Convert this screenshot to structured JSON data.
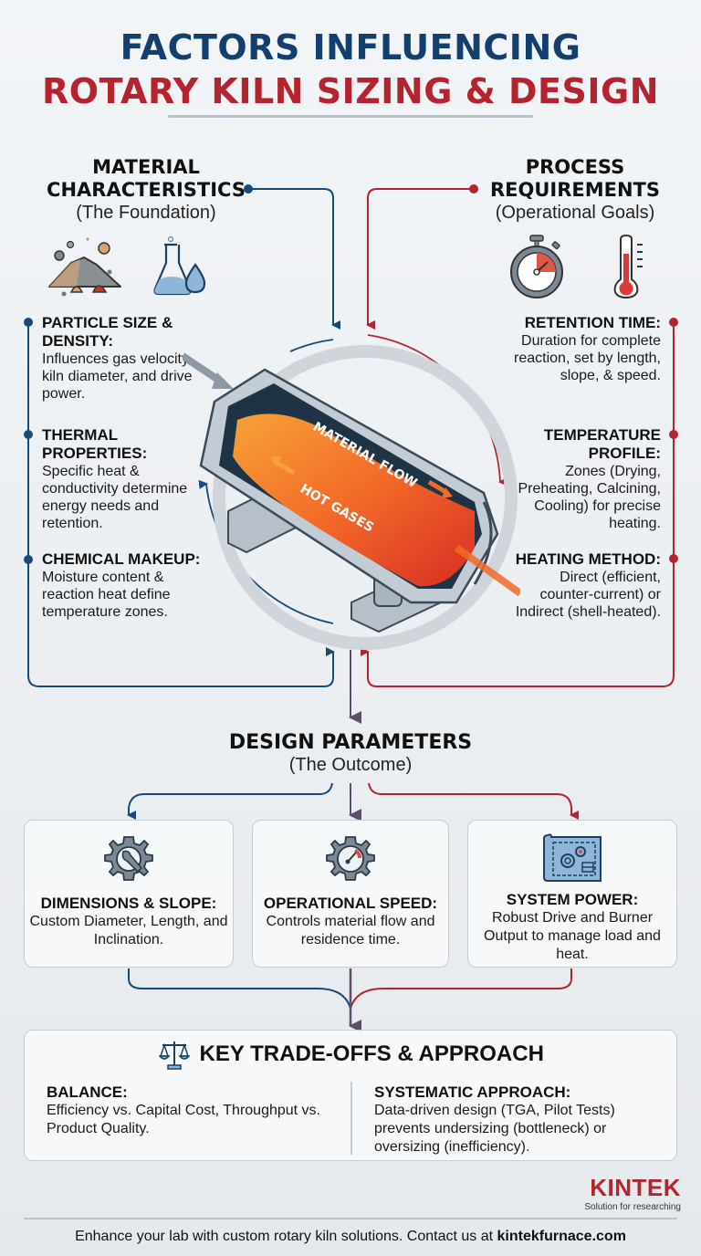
{
  "header": {
    "title_line1": "FACTORS INFLUENCING",
    "title_line2": "ROTARY KILN SIZING & DESIGN"
  },
  "material": {
    "heading_line1": "MATERIAL",
    "heading_line2": "CHARACTERISTICS",
    "subheading": "(The Foundation)",
    "icons": [
      "powder-pile-icon",
      "flask-droplet-icon"
    ],
    "items": [
      {
        "title": "PARTICLE SIZE & DENSITY:",
        "body": "Influences gas velocity, kiln diameter, and drive power."
      },
      {
        "title": "THERMAL PROPERTIES:",
        "body": "Specific heat & conductivity determine energy needs and retention."
      },
      {
        "title": "CHEMICAL MAKEUP:",
        "body": "Moisture content & reaction heat define temperature zones."
      }
    ]
  },
  "process": {
    "heading_line1": "PROCESS",
    "heading_line2": "REQUIREMENTS",
    "subheading": "(Operational Goals)",
    "icons": [
      "stopwatch-icon",
      "thermometer-icon"
    ],
    "items": [
      {
        "title": "RETENTION TIME:",
        "body": "Duration for complete reaction, set by length, slope, & speed."
      },
      {
        "title": "TEMPERATURE PROFILE:",
        "body": "Zones (Drying, Preheating, Calcining, Cooling) for precise heating."
      },
      {
        "title": "HEATING METHOD:",
        "body": "Direct (efficient, counter-current) or Indirect (shell-heated)."
      }
    ]
  },
  "kiln": {
    "label_material_flow": "MATERIAL FLOW",
    "label_hot_gases": "HOT GASES"
  },
  "design": {
    "heading": "DESIGN PARAMETERS",
    "subheading": "(The Outcome)",
    "cards": [
      {
        "icon": "gear-wrench-icon",
        "title": "DIMENSIONS & SLOPE:",
        "body": "Custom Diameter, Length, and Inclination."
      },
      {
        "icon": "gear-gauge-icon",
        "title": "OPERATIONAL SPEED:",
        "body": "Controls material flow and residence time."
      },
      {
        "icon": "blueprint-gears-icon",
        "title": "SYSTEM POWER:",
        "body": "Robust Drive and Burner Output to manage load and heat."
      }
    ]
  },
  "tradeoffs": {
    "icon": "balance-scale-icon",
    "title": "KEY TRADE-OFFS & APPROACH",
    "left": {
      "title": "BALANCE:",
      "body": "Efficiency vs. Capital Cost, Throughput vs. Product Quality."
    },
    "right": {
      "title": "SYSTEMATIC APPROACH:",
      "body": "Data-driven design (TGA, Pilot Tests) prevents undersizing (bottleneck) or oversizing (inefficiency)."
    }
  },
  "brand": {
    "logo": "KINTEK",
    "tagline": "Solution for researching"
  },
  "footer": {
    "text": "Enhance your lab with custom rotary kiln solutions. Contact us at ",
    "link": "kintekfurnace.com"
  },
  "colors": {
    "blue": "#164a7a",
    "red": "#b5232f",
    "purple": "#5e4e6c",
    "grey": "#7b8895"
  }
}
